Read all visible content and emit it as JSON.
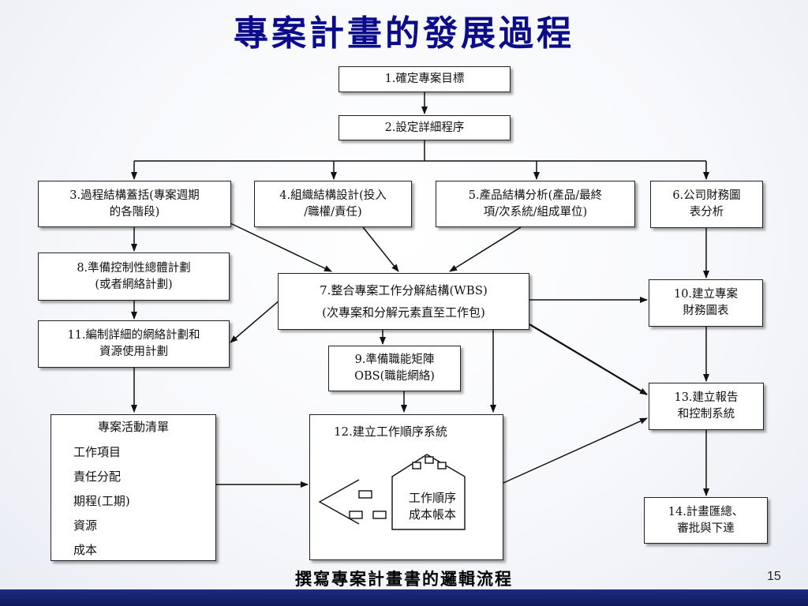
{
  "title": "專案計畫的發展過程",
  "boxes": {
    "b1": "1.確定專案目標",
    "b2": "2.設定詳細程序",
    "b3": "3.過程結構蓋括(專案週期\n的各階段)",
    "b4": "4.組織結構設計(投入\n/職權/責任)",
    "b5": "5.產品結構分析(產品/最終\n項/次系統/組成單位)",
    "b6": "6.公司財務圖\n表分析",
    "b7_line1": "7.整合專案工作分解結構(WBS)",
    "b7_line2": "(次專案和分解元素直至工作包)",
    "b8": "8.準備控制性總體計劃\n(或者網絡計劃)",
    "b9": "9.準備職能矩陣\nOBS(職能網絡)",
    "b10": "10.建立專案\n財務圖表",
    "b11": "11.編制詳細的網絡計劃和\n資源使用計劃",
    "b12": "12.建立工作順序系統",
    "b12_inner": "工作順序\n成本帳本",
    "b13": "13.建立報告\n和控制系統",
    "b14": "14.計畫匯總、\n審批與下達"
  },
  "activities": {
    "heading": "專案活動清單",
    "items": [
      "工作項目",
      "責任分配",
      "期程(工期)",
      "資源",
      "成本"
    ]
  },
  "footer": {
    "caption": "撰寫專案計畫書的邏輯流程",
    "page": "15"
  },
  "colors": {
    "title": "#0c0c8a",
    "bar": "#1c2e7e"
  }
}
